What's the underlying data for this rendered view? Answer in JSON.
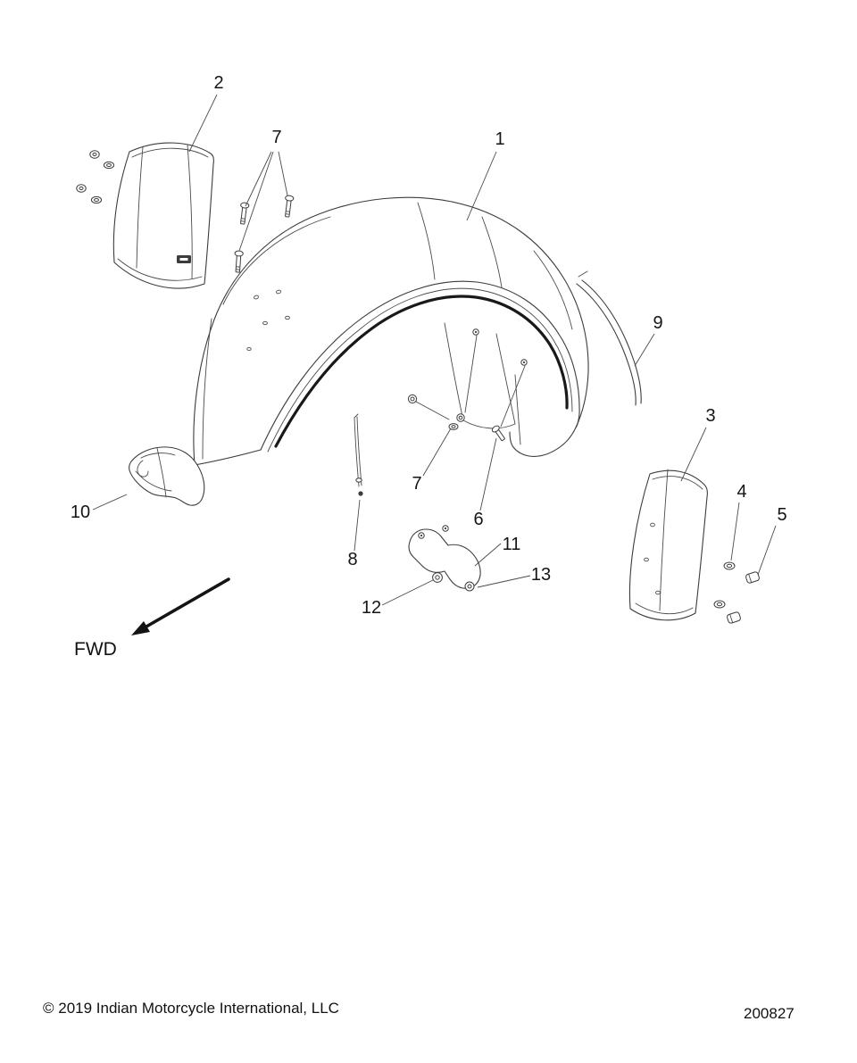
{
  "page": {
    "background": "#ffffff"
  },
  "drawing": {
    "line_color": "#3c3c3c",
    "accent_line_color": "#191919",
    "description": "Exploded parts view, rear fender assembly"
  },
  "callouts": [
    {
      "label": "2"
    },
    {
      "label": "7"
    },
    {
      "label": "1"
    },
    {
      "label": "9"
    },
    {
      "label": "3"
    },
    {
      "label": "4"
    },
    {
      "label": "5"
    },
    {
      "label": "7"
    },
    {
      "label": "6"
    },
    {
      "label": "8"
    },
    {
      "label": "10"
    },
    {
      "label": "11"
    },
    {
      "label": "13"
    },
    {
      "label": "12"
    }
  ],
  "orientation": {
    "fwd_label": "FWD"
  },
  "footer": {
    "copyright": "© 2019 Indian Motorcycle International, LLC",
    "part_number": "200827"
  }
}
